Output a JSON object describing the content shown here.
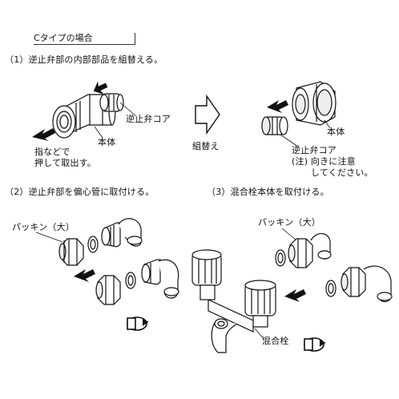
{
  "section_title": "Cタイプの場合",
  "steps": {
    "step1": "（1）逆止弁部の内部部品を組替える。",
    "step2": "（2）逆止弁部を偏心管に取付ける。",
    "step3": "（3）混合栓本体を取付ける。"
  },
  "labels": {
    "check_valve_core": "逆止弁コア",
    "body_left": "本体",
    "push_out_line1": "指などで",
    "push_out_line2": "押して取出す。",
    "reassemble": "組替え",
    "body_right": "本体",
    "check_valve_core_right": "逆止弁コア",
    "note_line1": "(注) 向きに注意",
    "note_line2": "してください。",
    "packing_large_left": "パッキン（大）",
    "packing_large_right": "パッキン（大）",
    "mixing_faucet": "混合栓"
  },
  "icons": [
    "push-arrow-icon",
    "hollow-arrow-icon",
    "rotate-arrow-icon"
  ]
}
